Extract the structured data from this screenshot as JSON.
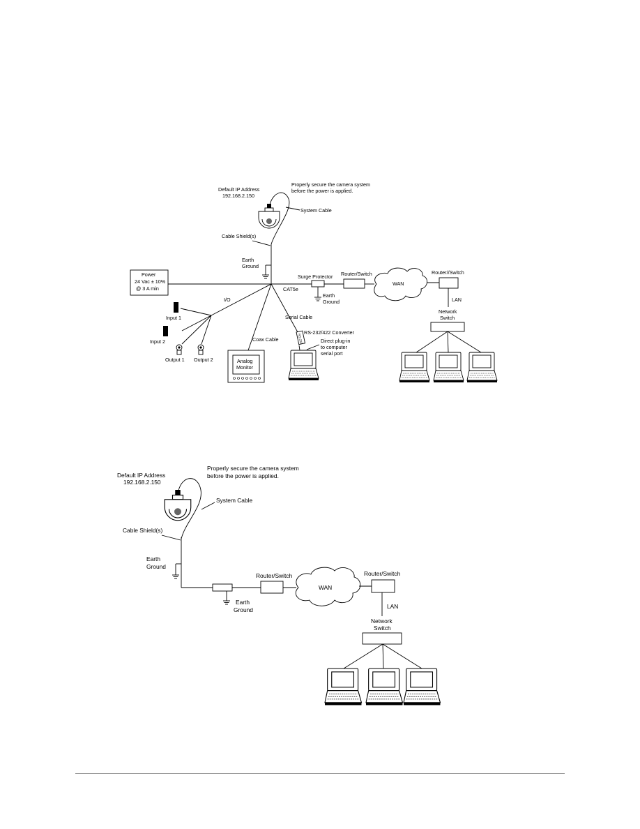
{
  "diagram1": {
    "default_ip_label": "Default IP Address",
    "default_ip_value": "192.168.2.150",
    "secure_note_line1": "Properly secure the camera system",
    "secure_note_line2": "before the power is applied.",
    "system_cable": "System Cable",
    "cable_shield": "Cable Shield(s)",
    "earth_ground_top_1": "Earth",
    "earth_ground_top_2": "Ground",
    "power_line1": "Power",
    "power_line2": "24 Vac ± 10%",
    "power_line3": "@ 3 A min",
    "surge_protector": "Surge Protector",
    "cat5e": "CAT5e",
    "earth_ground_surge_1": "Earth",
    "earth_ground_surge_2": "Ground",
    "router_switch_1": "Router/Switch",
    "wan": "WAN",
    "router_switch_2": "Router//Switch",
    "lan": "LAN",
    "network_switch_1": "Network",
    "network_switch_2": "Switch",
    "io": "I/O",
    "input1": "Input 1",
    "input2": "Input 2",
    "output1": "Output 1",
    "output2": "Output 2",
    "coax_cable": "Coax Cable",
    "analog_monitor_1": "Analog",
    "analog_monitor_2": "Monitor",
    "serial_cable": "Serial Cable",
    "rs_converter": "RS-232/422 Converter",
    "converter_label": "RS-232",
    "direct_plugin_1": "Direct plug-in",
    "direct_plugin_2": "to computer",
    "direct_plugin_3": "serial port"
  },
  "diagram2": {
    "default_ip_label": "Default IP Address",
    "default_ip_value": "192.168.2.150",
    "secure_note_line1": "Properly secure the camera system",
    "secure_note_line2": "before the power is applied.",
    "system_cable": "System Cable",
    "cable_shield": "Cable Shield(s)",
    "earth_ground_left_1": "Earth",
    "earth_ground_left_2": "Ground",
    "earth_ground_mid_1": "Earth",
    "earth_ground_mid_2": "Ground",
    "router_switch_1": "Router/Switch",
    "wan": "WAN",
    "router_switch_2": "Router/Switch",
    "lan": "LAN",
    "network_switch_1": "Network",
    "network_switch_2": "Switch"
  }
}
